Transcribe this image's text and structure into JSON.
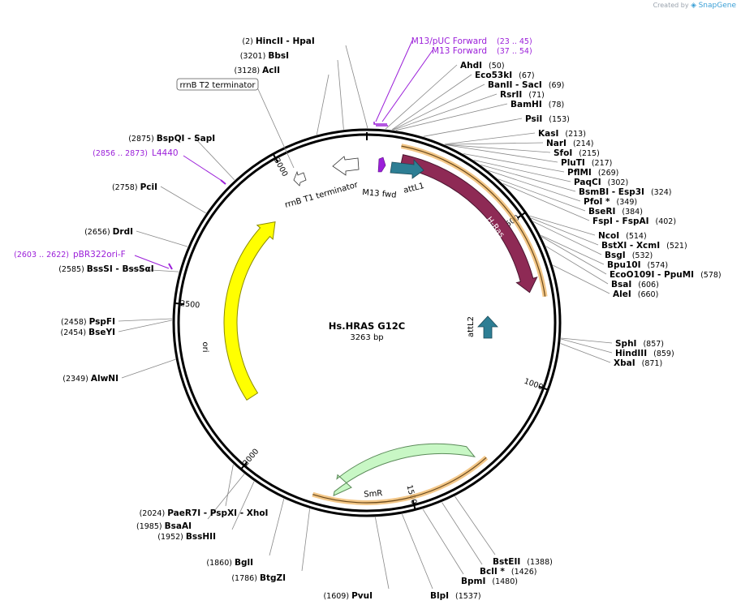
{
  "credit": {
    "prefix": "Created by",
    "brand": "SnapGene"
  },
  "plasmid": {
    "name": "Hs.HRAS G12C",
    "length": "3263 bp",
    "total_bp": 3263
  },
  "ticks": [
    "500",
    "1000",
    "1500",
    "2000",
    "2500",
    "3000"
  ],
  "enzymes_right": [
    {
      "name": "AhdI",
      "pos": "(50)"
    },
    {
      "name": "Eco53kI",
      "pos": "(67)"
    },
    {
      "name": "BanII",
      "suffix": "- SacI",
      "pos": "(69)"
    },
    {
      "name": "RsrII",
      "pos": "(71)"
    },
    {
      "name": "BamHI",
      "pos": "(78)"
    },
    {
      "name": "PsiI",
      "pos": "(153)"
    },
    {
      "name": "KasI",
      "pos": "(213)"
    },
    {
      "name": "NarI",
      "pos": "(214)"
    },
    {
      "name": "SfoI",
      "pos": "(215)"
    },
    {
      "name": "PluTI",
      "pos": "(217)"
    },
    {
      "name": "PflMI",
      "pos": "(269)"
    },
    {
      "name": "PaqCI",
      "pos": "(302)"
    },
    {
      "name": "BsmBI",
      "suffix": "- Esp3I",
      "pos": "(324)"
    },
    {
      "name": "PfoI *",
      "pos": "(349)"
    },
    {
      "name": "BseRI",
      "pos": "(384)"
    },
    {
      "name": "FspI",
      "suffix": "- FspAI",
      "pos": "(402)"
    },
    {
      "name": "NcoI",
      "pos": "(514)"
    },
    {
      "name": "BstXI",
      "suffix": "- XcmI",
      "pos": "(521)"
    },
    {
      "name": "BsgI",
      "pos": "(532)"
    },
    {
      "name": "Bpu10I",
      "pos": "(574)"
    },
    {
      "name": "EcoO109I",
      "suffix": "- PpuMI",
      "pos": "(578)"
    },
    {
      "name": "BsaI",
      "pos": "(606)"
    },
    {
      "name": "AleI",
      "pos": "(660)"
    },
    {
      "name": "SphI",
      "pos": "(857)"
    },
    {
      "name": "HindIII",
      "pos": "(859)"
    },
    {
      "name": "XbaI",
      "pos": "(871)"
    },
    {
      "name": "BstEII",
      "pos": "(1388)"
    },
    {
      "name": "BclI *",
      "pos": "(1426)"
    },
    {
      "name": "BpmI",
      "pos": "(1480)"
    },
    {
      "name": "BlpI",
      "pos": "(1537)"
    }
  ],
  "enzymes_left": [
    {
      "pos": "(2)",
      "name": "HincII",
      "suffix": "- HpaI"
    },
    {
      "pos": "(3201)",
      "name": "BbsI"
    },
    {
      "pos": "(3128)",
      "name": "AclI"
    },
    {
      "pos": "(2875)",
      "name": "BspQI",
      "suffix": "- SapI"
    },
    {
      "pos": "(2758)",
      "name": "PciI"
    },
    {
      "pos": "(2656)",
      "name": "DrdI"
    },
    {
      "pos": "(2585)",
      "name": "BssSI",
      "suffix": "- BssSαI"
    },
    {
      "pos": "(2458)",
      "name": "PspFI"
    },
    {
      "pos": "(2454)",
      "name": "BseYI"
    },
    {
      "pos": "(2349)",
      "name": "AlwNI"
    },
    {
      "pos": "(2024)",
      "name": "PaeR7I",
      "suffix": "- PspXI - XhoI"
    },
    {
      "pos": "(1985)",
      "name": "BsaAI"
    },
    {
      "pos": "(1952)",
      "name": "BssHII"
    },
    {
      "pos": "(1860)",
      "name": "BglI"
    },
    {
      "pos": "(1786)",
      "name": "BtgZI"
    },
    {
      "pos": "(1609)",
      "name": "PvuI"
    }
  ],
  "primers": [
    {
      "name": "M13/pUC Forward",
      "range": "(23 .. 45)"
    },
    {
      "name": "M13 Forward",
      "range": "(37 .. 54)"
    },
    {
      "name": "L4440",
      "range": "(2856 .. 2873)"
    },
    {
      "name": "pBR322ori-F",
      "range": "(2603 .. 2622)"
    }
  ],
  "features": {
    "hras": "H-Ras",
    "smr": "SmR",
    "ori": "ori",
    "attl1": "attL1",
    "attl2": "attL2",
    "m13fwd": "M13 fwd",
    "rrnb_t1": "rrnB T1 terminator",
    "rrnb_t2": "rrnB T2 terminator"
  },
  "colors": {
    "hras": "#8e2a55",
    "smr": "#c8f7c5",
    "ori": "#ffff00",
    "attl": "#2d7e94",
    "primer": "#9b1fd9",
    "orf": "#f0b96a"
  }
}
